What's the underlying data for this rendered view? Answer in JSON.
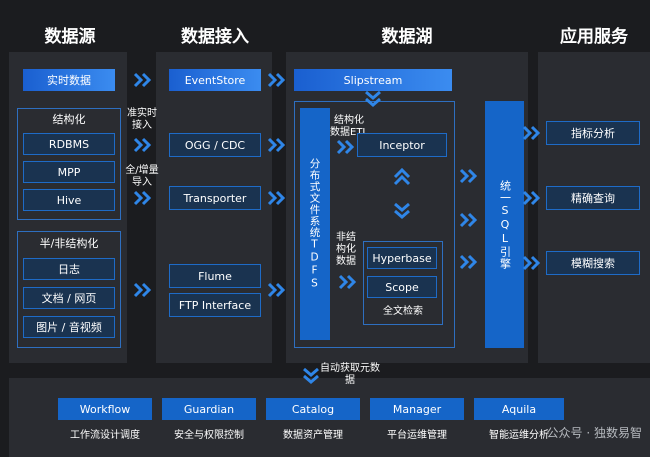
{
  "columns": {
    "source": "数据源",
    "ingest": "数据接入",
    "lake": "数据湖",
    "service": "应用服务"
  },
  "source": {
    "realtime": "实时数据",
    "structured_title": "结构化",
    "structured": [
      "RDBMS",
      "MPP",
      "Hive"
    ],
    "semi_title": "半/非结构化",
    "semi": [
      "日志",
      "文档 / 网页",
      "图片 / 音视频"
    ]
  },
  "edge_labels": {
    "near_realtime": "准实时接入",
    "full_incremental": "全/增量导入",
    "structured_etl": "结构化数据ETL",
    "unstructured": "非结构化数据",
    "auto_fetch": "自动获取元数据"
  },
  "ingest": {
    "items": [
      "EventStore",
      "OGG / CDC",
      "Transporter",
      "Flume",
      "FTP Interface"
    ]
  },
  "lake": {
    "slipstream": "Slipstream",
    "dfs": "分布式文件系统TDFS",
    "inceptor": "Inceptor",
    "hyperbase": "Hyperbase",
    "scope": "Scope",
    "fulltext": "全文检索",
    "sql_engine": "统一SQL引擎"
  },
  "service": {
    "items": [
      "指标分析",
      "精确查询",
      "模糊搜索"
    ]
  },
  "bottom": {
    "items": [
      "Workflow",
      "Guardian",
      "Catalog",
      "Manager",
      "Aquila"
    ],
    "captions": [
      "工作流设计调度",
      "安全与权限控制",
      "数据资产管理",
      "平台运维管理",
      "智能运维分析"
    ]
  },
  "watermark": "公众号 · 独数易智",
  "colors": {
    "background": "#1b1c1f",
    "panel": "#2a2c31",
    "accent": "#1565c8",
    "arrow": "#2f86e8"
  }
}
